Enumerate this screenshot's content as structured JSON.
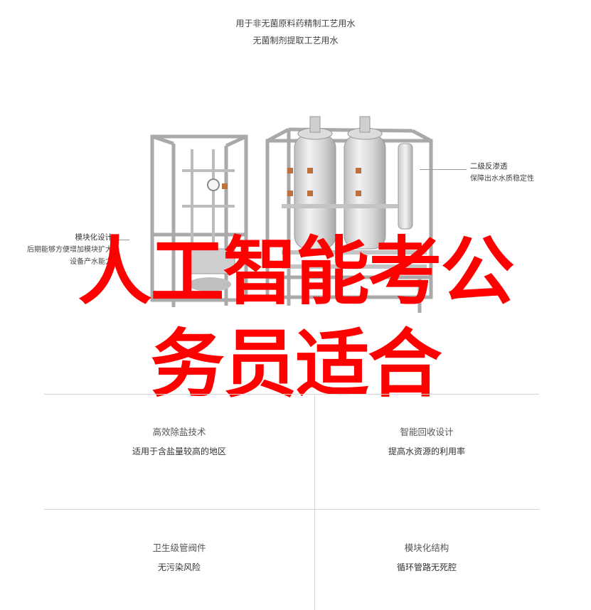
{
  "header": {
    "line1": "用于非无菌原料药精制工艺用水",
    "line2": "无菌制剂提取工艺用水"
  },
  "callouts": {
    "right": {
      "title": "二级反渗透",
      "desc": "保障出水水质稳定性"
    },
    "left": {
      "title": "模块化设计",
      "desc1": "后期能够方便增加模块扩大",
      "desc2": "设备产水能力"
    }
  },
  "overlay": {
    "line1": "人工智能考公",
    "line2": "务员适合"
  },
  "features": [
    {
      "title": "高效除盐技术",
      "desc": "适用于含盐量较高的地区"
    },
    {
      "title": "智能回收设计",
      "desc": "提高水资源的利用率"
    },
    {
      "title": "卫生级管阀件",
      "desc": "无污染风险"
    },
    {
      "title": "模块化结构",
      "desc": "循环管路无死腔"
    }
  ],
  "colors": {
    "overlay_text": "#ff0000",
    "frame": "#b5b5b5",
    "tank": "#d9d9d9",
    "valve": "#c0703a"
  }
}
